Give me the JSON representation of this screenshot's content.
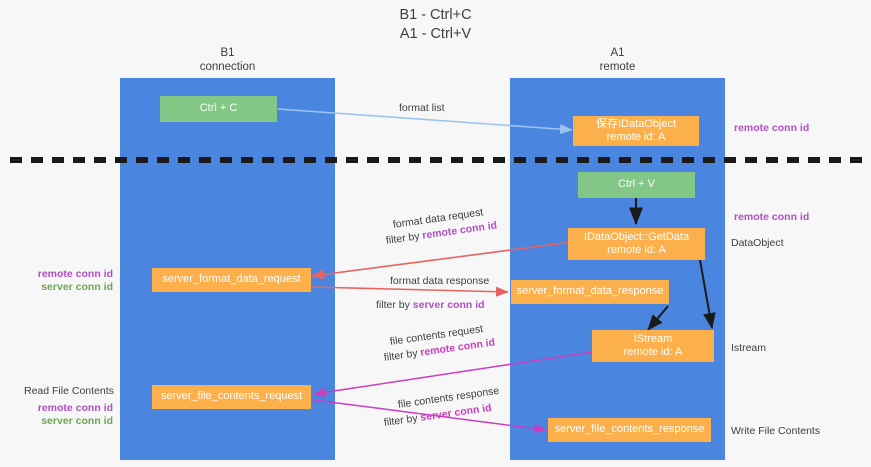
{
  "title": {
    "line1": "B1 - Ctrl+C",
    "line2": "A1 - Ctrl+V"
  },
  "lanes": [
    {
      "name": "B1",
      "role": "connection"
    },
    {
      "name": "A1",
      "role": "remote"
    }
  ],
  "colors": {
    "lane": "#4a86e0",
    "node_orange": "#fbb04c",
    "node_green": "#82c785",
    "purple": "#b14fc5",
    "green_text": "#6aa84f",
    "magenta": "#c93fbf",
    "red_arrow": "#e8635f",
    "light_blue_arrow": "#9dc3ef",
    "black_arrow": "#000000",
    "background": "#f7f7f7"
  },
  "nodes": {
    "ctrl_c": {
      "label": "Ctrl + C"
    },
    "save_idataobject": {
      "line1": "保存IDataObject",
      "line2": "remote id: A"
    },
    "ctrl_v": {
      "label": "Ctrl + V"
    },
    "getdata": {
      "line1": "IDataObject::GetData",
      "line2": "remote id: A"
    },
    "server_format_data_request": {
      "label": "server_format_data_request"
    },
    "server_format_data_response": {
      "label": "server_format_data_response"
    },
    "istream": {
      "line1": "IStream",
      "line2": "remote id: A"
    },
    "server_file_contents_request": {
      "label": "server_file_contents_request"
    },
    "server_file_contents_response": {
      "label": "server_file_contents_response"
    }
  },
  "edges": {
    "format_list": {
      "text": "format list"
    },
    "format_data_request": {
      "line1": "format data request",
      "prefix": "filter by ",
      "highlight": "remote conn id"
    },
    "format_data_response": {
      "line1": "format data response",
      "prefix": "filter by ",
      "highlight": "server conn id"
    },
    "file_contents_request": {
      "line1": "file contents request",
      "prefix": "filter by ",
      "highlight": "remote conn id"
    },
    "file_contents_response": {
      "line1": "file contents response",
      "prefix": "filter by ",
      "highlight": "server conn id"
    }
  },
  "annotations": {
    "right_conn_top": "remote conn id",
    "right_conn_mid": "remote conn id",
    "right_dataobject": "DataObject",
    "right_istream": "Istream",
    "right_write_file": "Write File Contents",
    "left_conn_remote": "remote conn id",
    "left_conn_server": "server conn id",
    "left_read_file": "Read File Contents",
    "left_conn_remote2": "remote conn id",
    "left_conn_server2": "server conn id"
  }
}
